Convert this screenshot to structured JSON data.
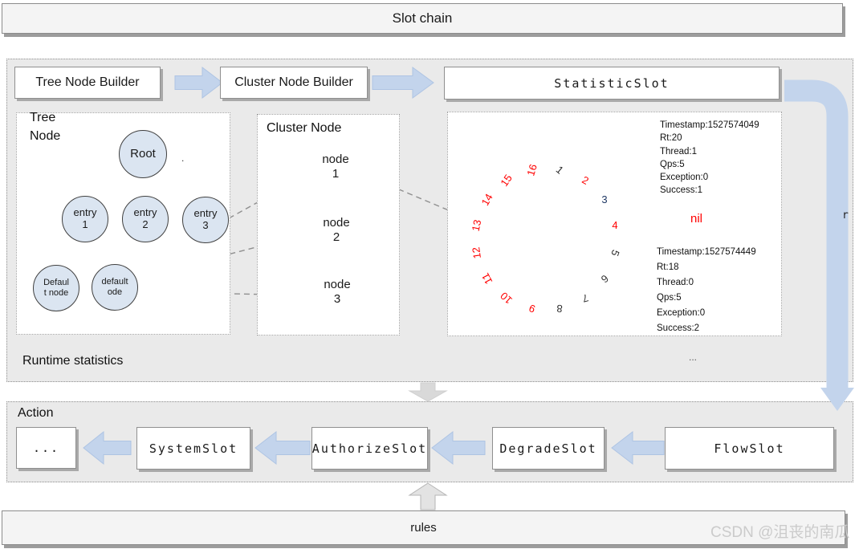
{
  "colors": {
    "accent_blue": "#c3d4ec",
    "arrow_brown": "#8c4a17",
    "node_fill": "#dbe5f1",
    "red": "#ff0000",
    "panel_gray": "#eaeaea"
  },
  "top_banner": {
    "label": "Slot chain"
  },
  "builder_row": {
    "tree_node_builder": "Tree Node Builder",
    "cluster_node_builder": "Cluster Node Builder",
    "statistic_slot": "StatisticSlot"
  },
  "tree_panel": {
    "label_line1": "Tree",
    "label_line2": "Node",
    "stray_dot": ".",
    "root": {
      "label": "Root"
    },
    "entry1": {
      "line1": "entry",
      "line2": "1"
    },
    "entry2": {
      "line1": "entry",
      "line2": "2"
    },
    "entry3": {
      "line1": "entry",
      "line2": "3"
    },
    "default_node": {
      "line1": "Defaul",
      "line2": "t node"
    },
    "default_ode": {
      "line1": "default",
      "line2": "ode"
    }
  },
  "cluster_panel": {
    "label": "Cluster Node",
    "node1": {
      "line1": "node",
      "line2": "1"
    },
    "node2": {
      "line1": "node",
      "line2": "2"
    },
    "node3": {
      "line1": "node",
      "line2": "3"
    }
  },
  "statistic_panel": {
    "ring_numbers": [
      {
        "label": "1",
        "color": "#303030"
      },
      {
        "label": "2",
        "color": "#ff0000"
      },
      {
        "label": "3",
        "color": "#1f3864"
      },
      {
        "label": "4",
        "color": "#ff0000"
      },
      {
        "label": "5",
        "color": "#303030"
      },
      {
        "label": "6",
        "color": "#303030"
      },
      {
        "label": "7",
        "color": "#303030"
      },
      {
        "label": "8",
        "color": "#303030"
      },
      {
        "label": "9",
        "color": "#ff0000"
      },
      {
        "label": "10",
        "color": "#ff0000"
      },
      {
        "label": "11",
        "color": "#ff0000"
      },
      {
        "label": "12",
        "color": "#ff0000"
      },
      {
        "label": "13",
        "color": "#ff0000"
      },
      {
        "label": "14",
        "color": "#ff0000"
      },
      {
        "label": "15",
        "color": "#ff0000"
      },
      {
        "label": "16",
        "color": "#ff0000"
      }
    ],
    "annotation_top": {
      "lines": [
        "Timestamp:1527574049",
        "Rt:20",
        "Thread:1",
        "Qps:5",
        "Exception:0",
        "Success:1"
      ]
    },
    "nil_label": "nil",
    "annotation_bottom": {
      "lines": [
        "Timestamp:1527574449",
        "Rt:18",
        "Thread:0",
        "Qps:5",
        "Exception:0",
        "Success:2"
      ]
    },
    "ellipsis": "...",
    "stray_r": "r"
  },
  "runtime_label": "Runtime statistics",
  "action_panel": {
    "label": "Action",
    "boxes": [
      "...",
      "SystemSlot",
      "AuthorizeSlot",
      "DegradeSlot",
      "FlowSlot"
    ]
  },
  "rules_banner": {
    "label": "rules"
  },
  "watermark": "CSDN @沮丧的南瓜"
}
